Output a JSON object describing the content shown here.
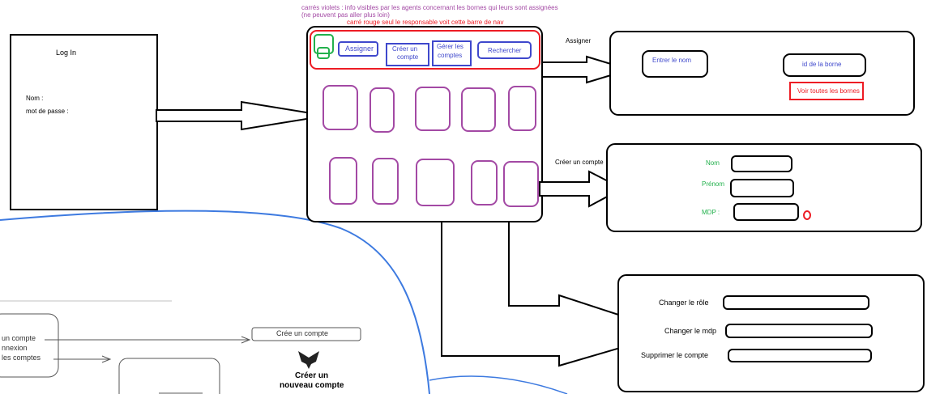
{
  "notes": {
    "violet_line1": "carrés violets : info visibles par les agents concernant les bornes qui leurs sont assignées",
    "violet_line2": "(ne peuvent pas aller plus loin)",
    "red_note": "carré rouge seul le responsable voit cette barre de nav"
  },
  "login": {
    "title": "Log In",
    "nom_label": "Nom :",
    "password_label": "mot de passe :"
  },
  "navbar": {
    "assign": "Assigner",
    "create_line1": "Créer un",
    "create_line2": "compte",
    "manage_line1": "Gérer les",
    "manage_line2": "comptes",
    "search": "Rechercher"
  },
  "assign_panel": {
    "arrow_label": "Assigner",
    "name_box": "Entrer le nom",
    "id_box": "id de la borne",
    "all_button": "Voir toutes les bornes"
  },
  "create_panel": {
    "arrow_label": "Créer un compte",
    "nom": "Nom",
    "prenom": "Prénom",
    "mdp": "MDP :"
  },
  "manage_panel": {
    "role": "Changer le rôle",
    "mdp": "Changer le mdp",
    "delete": "Supprimer le compte"
  },
  "lower_left": {
    "line1": "un compte",
    "line2": "nnexion",
    "line3": "les comptes",
    "create_box": "Crée un compte",
    "logo_line1": "Créer un",
    "logo_line2": "nouveau compte"
  },
  "colors": {
    "purple": "#a349a4",
    "red": "#ed1c24",
    "green": "#22b14c",
    "blue": "#3f48cc",
    "curve_blue": "#3d7ae0"
  }
}
